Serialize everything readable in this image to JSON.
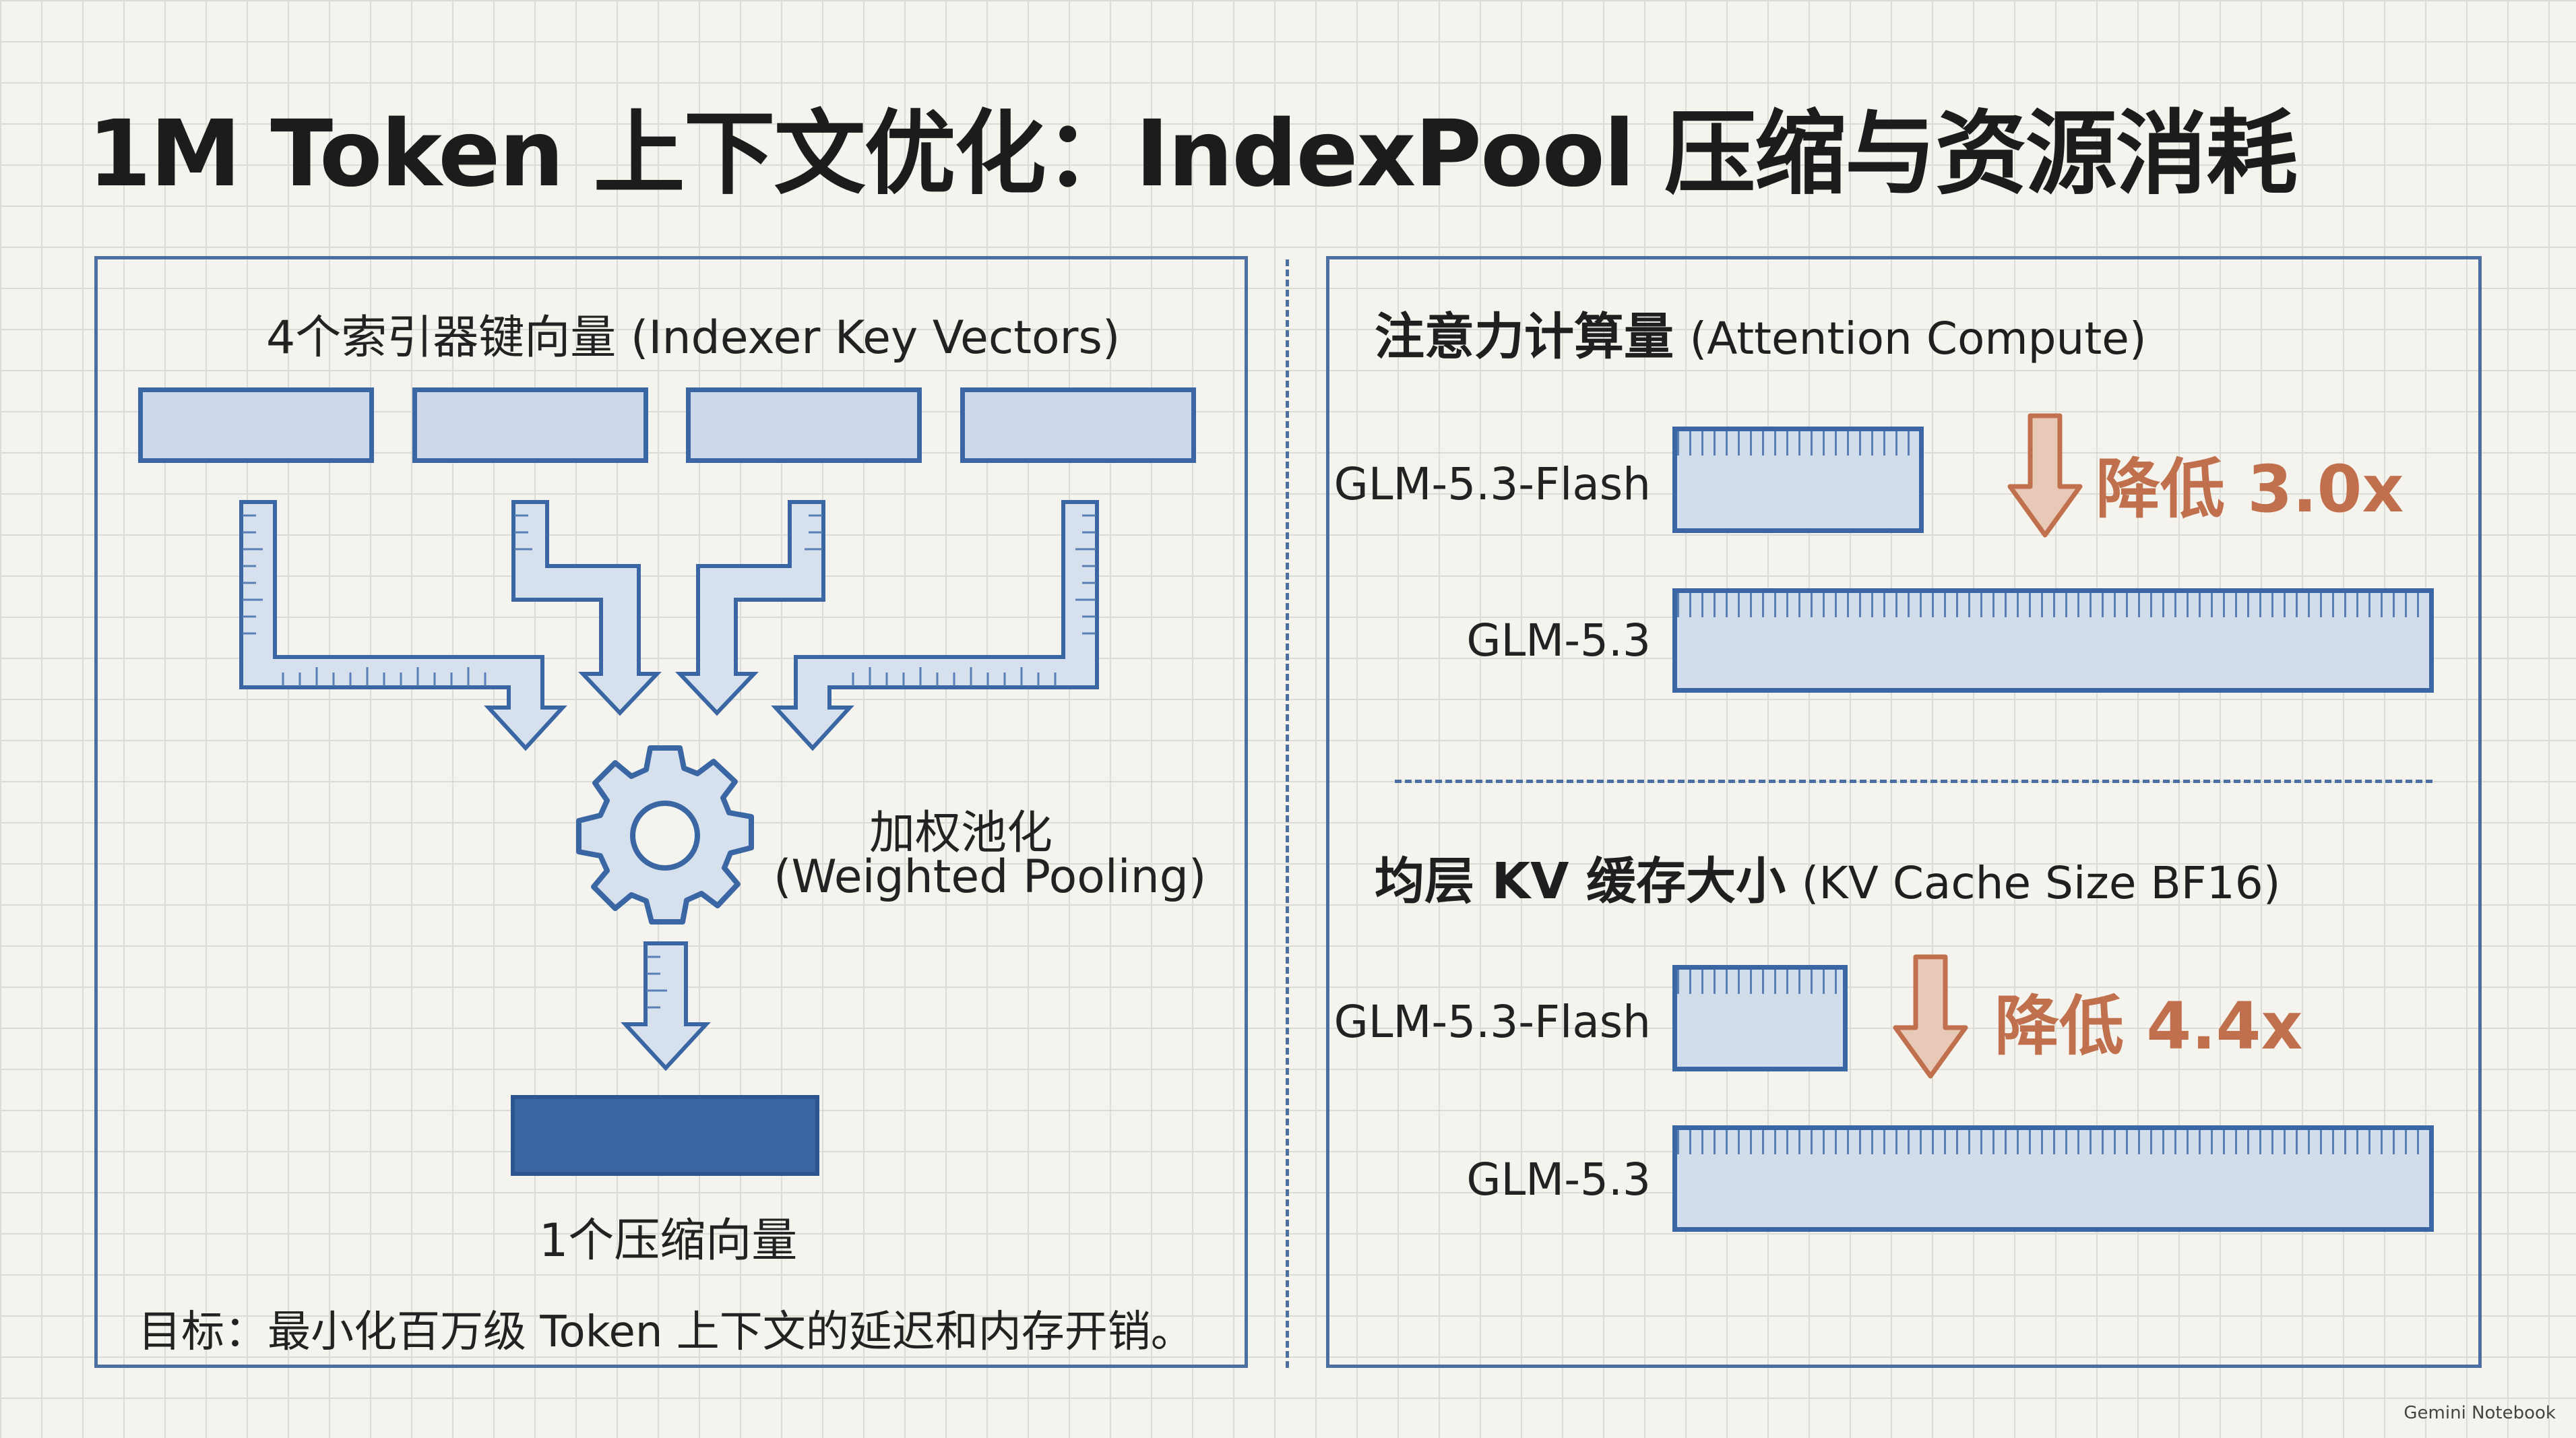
{
  "title": "1M Token 上下文优化：IndexPool 压缩与资源消耗",
  "left": {
    "heading": "4个索引器键向量 (Indexer Key Vectors)",
    "pool_label_cn": "加权池化",
    "pool_label_en": "(Weighted Pooling)",
    "output_label": "1个压缩向量",
    "goal": "目标：最小化百万级 Token 上下文的延迟和内存开销。"
  },
  "right": {
    "compute": {
      "heading_cn": "注意力计算量",
      "heading_en": "(Attention Compute)",
      "rows": [
        {
          "model": "GLM-5.3-Flash",
          "relative": 0.33
        },
        {
          "model": "GLM-5.3",
          "relative": 1.0
        }
      ],
      "reduction": "降低 3.0x"
    },
    "kv": {
      "heading_cn": "均层 KV 缓存大小",
      "heading_en": "(KV Cache Size BF16)",
      "rows": [
        {
          "model": "GLM-5.3-Flash",
          "relative": 0.23
        },
        {
          "model": "GLM-5.3",
          "relative": 1.0
        }
      ],
      "reduction": "降低 4.4x"
    }
  },
  "watermark": "Gemini Notebook",
  "colors": {
    "accent": "#3a66a3",
    "highlight": "#c0704d",
    "box_fill": "#cdd9ea"
  }
}
